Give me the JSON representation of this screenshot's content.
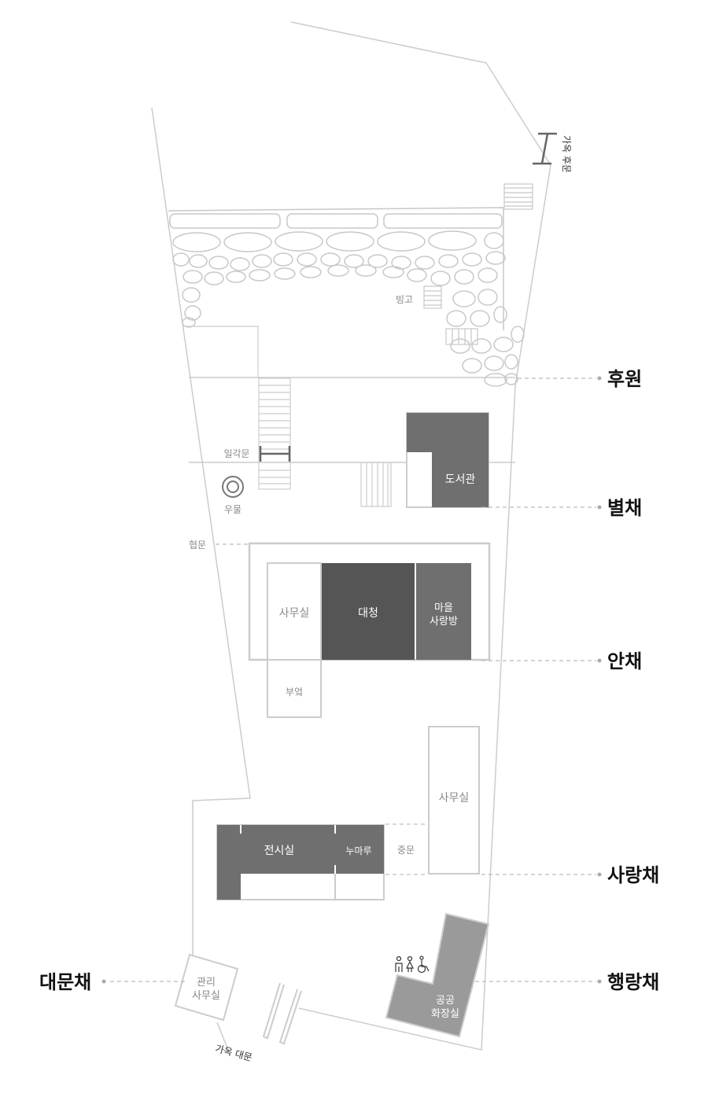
{
  "labels": {
    "huwon": "후원",
    "byeolchae": "별채",
    "anchae": "안채",
    "sarangchae": "사랑채",
    "haengrangchae": "행랑채",
    "daemunchae": "대문채",
    "back_gate": "가옥 후문",
    "main_gate": "가옥 대문",
    "binggo": "빙고",
    "ilgakmun": "일각문",
    "umul": "우물",
    "hyeopmun": "협문",
    "library": "도서관",
    "office_main": "사무실",
    "daecheong": "대청",
    "maeul_1": "마을",
    "maeul_2": "사랑방",
    "bueok": "부엌",
    "office_sarang": "사무실",
    "exhibition": "전시실",
    "numaru": "누마루",
    "jungmun": "중문",
    "toilet_1": "공공",
    "toilet_2": "화장실",
    "mgmt_1": "관리",
    "mgmt_2": "사무실"
  },
  "colors": {
    "dark": "#555555",
    "medium": "#6f6f6f",
    "toilet": "#9a9a9a",
    "outline": "#cccccc",
    "label_muted": "#888888",
    "label_big": "#111111"
  },
  "icons": [
    "man-icon",
    "woman-icon",
    "wheelchair-icon"
  ]
}
